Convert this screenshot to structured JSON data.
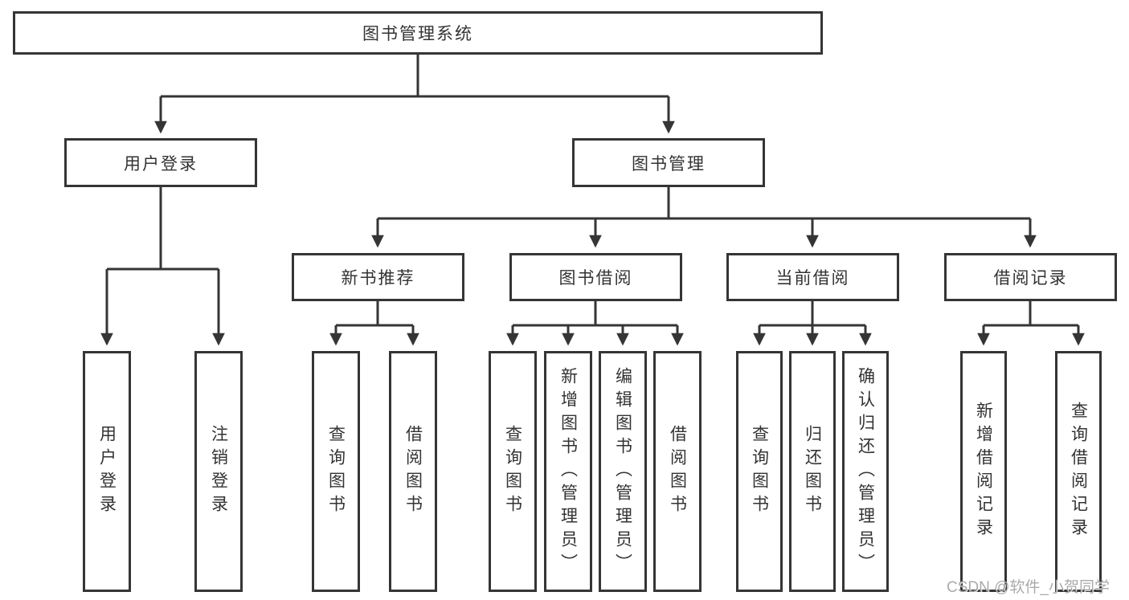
{
  "diagram": {
    "title": "图书管理系统",
    "level2": [
      {
        "label": "用户登录"
      },
      {
        "label": "图书管理"
      }
    ],
    "level3": [
      {
        "label": "新书推荐",
        "parent": "图书管理"
      },
      {
        "label": "图书借阅",
        "parent": "图书管理"
      },
      {
        "label": "当前借阅",
        "parent": "图书管理"
      },
      {
        "label": "借阅记录",
        "parent": "图书管理"
      }
    ],
    "leaves": [
      {
        "label": "用户登录",
        "parent": "用户登录"
      },
      {
        "label": "注销登录",
        "parent": "用户登录"
      },
      {
        "label": "查询图书",
        "parent": "新书推荐"
      },
      {
        "label": "借阅图书",
        "parent": "新书推荐"
      },
      {
        "label": "查询图书",
        "parent": "图书借阅"
      },
      {
        "label": "新增图书（管理员）",
        "parent": "图书借阅"
      },
      {
        "label": "编辑图书（管理员）",
        "parent": "图书借阅"
      },
      {
        "label": "借阅图书",
        "parent": "图书借阅"
      },
      {
        "label": "查询图书",
        "parent": "当前借阅"
      },
      {
        "label": "归还图书",
        "parent": "当前借阅"
      },
      {
        "label": "确认归还（管理员）",
        "parent": "当前借阅"
      },
      {
        "label": "新增借阅记录",
        "parent": "借阅记录"
      },
      {
        "label": "查询借阅记录",
        "parent": "借阅记录"
      }
    ]
  },
  "watermark": {
    "text": "CSDN @软件_小贺同学"
  },
  "colors": {
    "line": "#353535",
    "box_border": "#353535",
    "box_fill": "#ffffff",
    "text": "#333333",
    "watermark": "#a3a3a3",
    "background": "#ffffff"
  }
}
